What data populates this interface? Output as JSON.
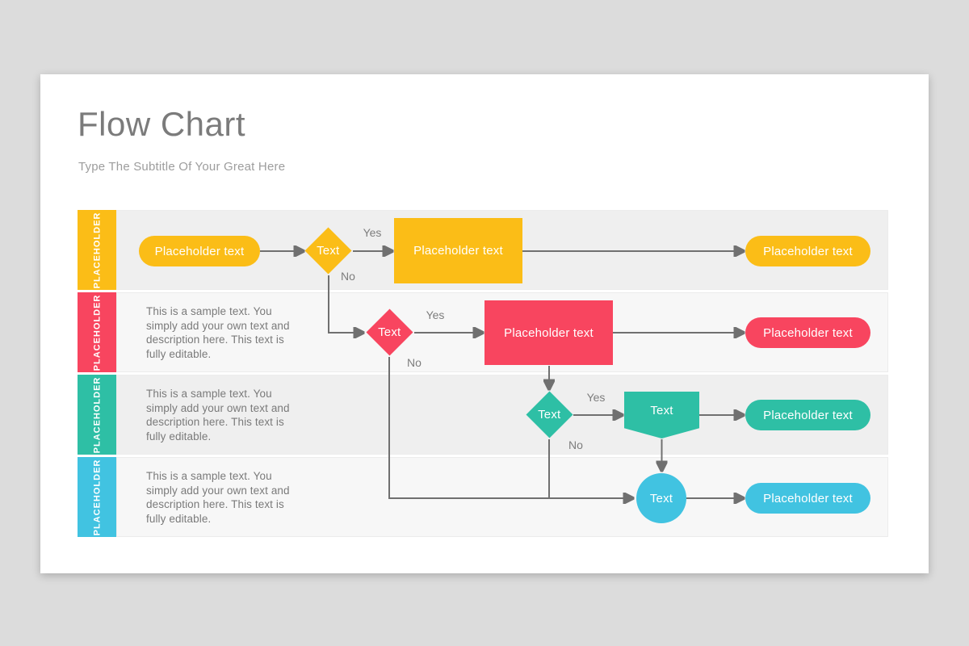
{
  "slide": {
    "title": "Flow Chart",
    "subtitle": "Type The Subtitle Of Your Great Here"
  },
  "connector_labels": {
    "yes": "Yes",
    "no": "No"
  },
  "sample_text": {
    "line1": "This is a sample text. You",
    "line2": "simply add your own text and",
    "line3": "description here. This text is",
    "line4": "fully editable."
  },
  "colors": {
    "yellow": "#FBBD17",
    "pink": "#F8455F",
    "teal": "#2EBFA5",
    "cyan": "#41C3E1",
    "connector": "#707070"
  },
  "rows": [
    {
      "side_label": "PLACEHOLDER",
      "start_pill": "Placeholder text",
      "decision": "Text",
      "process": "Placeholder text",
      "end_pill": "Placeholder text"
    },
    {
      "side_label": "PLACEHOLDER",
      "decision": "Text",
      "process": "Placeholder text",
      "end_pill": "Placeholder text"
    },
    {
      "side_label": "PLACEHOLDER",
      "decision": "Text",
      "process": "Text",
      "end_pill": "Placeholder text"
    },
    {
      "side_label": "PLACEHOLDER",
      "terminal": "Text",
      "end_pill": "Placeholder text"
    }
  ]
}
